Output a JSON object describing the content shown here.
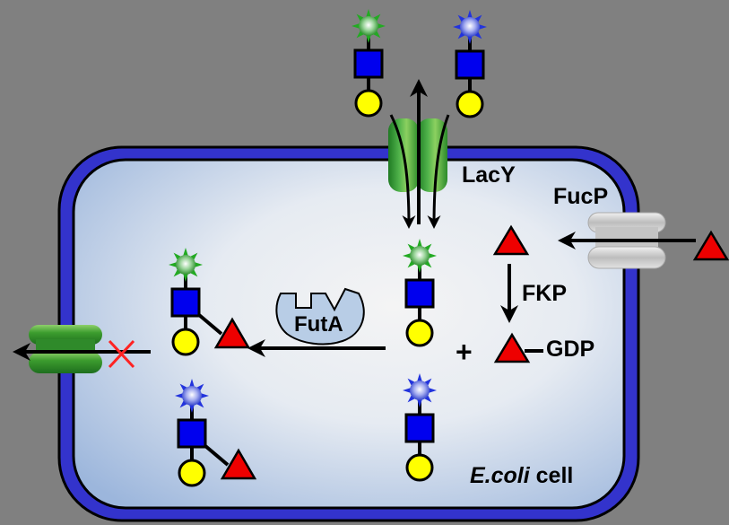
{
  "diagram": {
    "title": "Fucosylation of lactose-based glycans in E. coli",
    "labels": {
      "lacy": "LacY",
      "fucp": "FucP",
      "fkp": "FKP",
      "gdp": "GDP",
      "futa": "FutA",
      "plus": "+",
      "cell_italic": "E.coli",
      "cell_rest": " cell"
    },
    "legend_glyphs": {
      "yellow-circle": "galactose",
      "blue-square": "N-acetylglucosamine",
      "red-triangle": "fucose",
      "green-star": "acceptor substituent (green)",
      "blue-star": "acceptor substituent (blue)"
    },
    "colors": {
      "background": "#808080",
      "membrane": "#3333cc",
      "cytoplasm_light": "#f2f2f2",
      "cytoplasm_dark": "#9fb8dc",
      "lacy_green": "#2e9a33",
      "export_green": "#3c9c2e",
      "fucp_gray": "#cfcfcf",
      "futa_fill": "#b8cde6",
      "galactose": "#ffff00",
      "glcnac": "#0000ee",
      "fucose": "#ee0000",
      "green_star": "#22aa22",
      "blue_star": "#2233dd",
      "blocked_x": "#ff2222"
    },
    "nodes": [
      {
        "id": "ext-green-glycan",
        "star": "green",
        "fucosylated": false,
        "location": "outside"
      },
      {
        "id": "ext-blue-glycan",
        "star": "blue",
        "fucosylated": false,
        "location": "outside"
      },
      {
        "id": "int-green-glycan",
        "star": "green",
        "fucosylated": false,
        "location": "cytoplasm"
      },
      {
        "id": "int-blue-glycan",
        "star": "blue",
        "fucosylated": false,
        "location": "cytoplasm"
      },
      {
        "id": "prod-green-glycan",
        "star": "green",
        "fucosylated": true,
        "location": "cytoplasm"
      },
      {
        "id": "prod-blue-glycan",
        "star": "blue",
        "fucosylated": true,
        "location": "cytoplasm"
      },
      {
        "id": "ext-fucose",
        "location": "outside"
      },
      {
        "id": "int-fucose",
        "location": "cytoplasm"
      },
      {
        "id": "gdp-fucose",
        "location": "cytoplasm"
      }
    ],
    "edges": [
      {
        "from": "ext-glycans",
        "to": "int-glycans",
        "via": "LacY",
        "type": "uptake"
      },
      {
        "from": "cytoplasm",
        "to": "outside",
        "via": "LacY",
        "type": "efflux"
      },
      {
        "from": "ext-fucose",
        "to": "int-fucose",
        "via": "FucP",
        "type": "uptake"
      },
      {
        "from": "int-fucose",
        "to": "gdp-fucose",
        "via": "FKP",
        "type": "conversion"
      },
      {
        "from": "int-glycans",
        "to": "fucosylated-products",
        "via": "FutA",
        "type": "fucosylation"
      },
      {
        "from": "fucosylated-products",
        "to": "outside",
        "via": "exporter",
        "type": "export-blocked"
      }
    ]
  }
}
